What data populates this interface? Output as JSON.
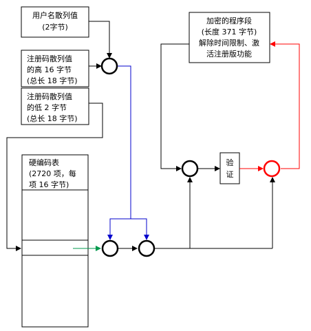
{
  "boxes": {
    "username_hash": [
      "用户名散列值",
      "(2字节)"
    ],
    "reg_hash_high": [
      "注册码散列值",
      "的高 16 字节",
      "(总长 18 字节)"
    ],
    "reg_hash_low": [
      "注册码散列值",
      "的低 2 字节",
      "(总长 18 字节)"
    ],
    "hardcoded_table": [
      "硬编码表",
      "(2720 项，每",
      "项 16 字节)"
    ],
    "encrypted_segment": [
      "加密的程序段",
      "(长度 371 字节)",
      "解除时间限制、激",
      "活注册版功能"
    ],
    "verify": [
      "验",
      "证"
    ]
  },
  "colors": {
    "stroke": "#000000",
    "blue_line": "#0000cc",
    "green_arrow": "#00994d",
    "red": "#ff0000"
  }
}
